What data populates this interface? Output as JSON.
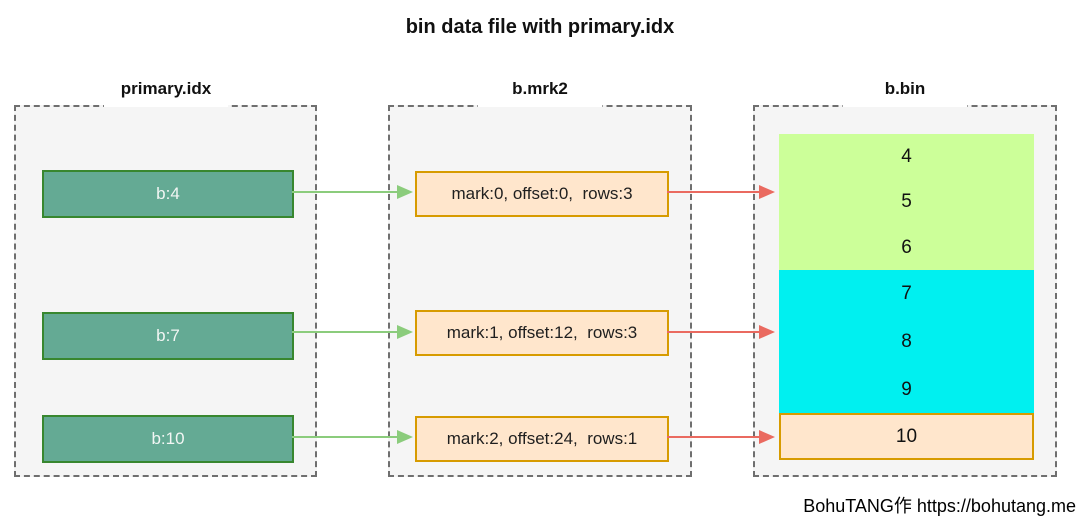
{
  "title": "bin data file with primary.idx",
  "attribution": "BohuTANG作 https://bohutang.me",
  "colors": {
    "container_fill": "#f5f5f5",
    "container_border": "#6f6f6f",
    "index_box_fill": "#64aa94",
    "index_box_border": "#38872f",
    "mark_box_fill": "#ffe6cc",
    "mark_box_border": "#d79b00",
    "block_green": "#ccff99",
    "block_cyan": "#00f0f0",
    "block_peach_fill": "#ffe6cc",
    "block_peach_border": "#d79b00",
    "arrow_green": "#8bcc7c",
    "arrow_red": "#ea6a60"
  },
  "columns": {
    "primary_idx": {
      "label": "primary.idx",
      "entries": [
        "b:4",
        "b:7",
        "b:10"
      ]
    },
    "mrk2": {
      "label": "b.mrk2",
      "entries": [
        "mark:0, offset:0,  rows:3",
        "mark:1, offset:12,  rows:3",
        "mark:2, offset:24,  rows:1"
      ]
    },
    "bin": {
      "label": "b.bin",
      "blocks": [
        {
          "rows": [
            "4",
            "5",
            "6"
          ]
        },
        {
          "rows": [
            "7",
            "8",
            "9"
          ]
        },
        {
          "rows": [
            "10"
          ]
        }
      ]
    }
  }
}
